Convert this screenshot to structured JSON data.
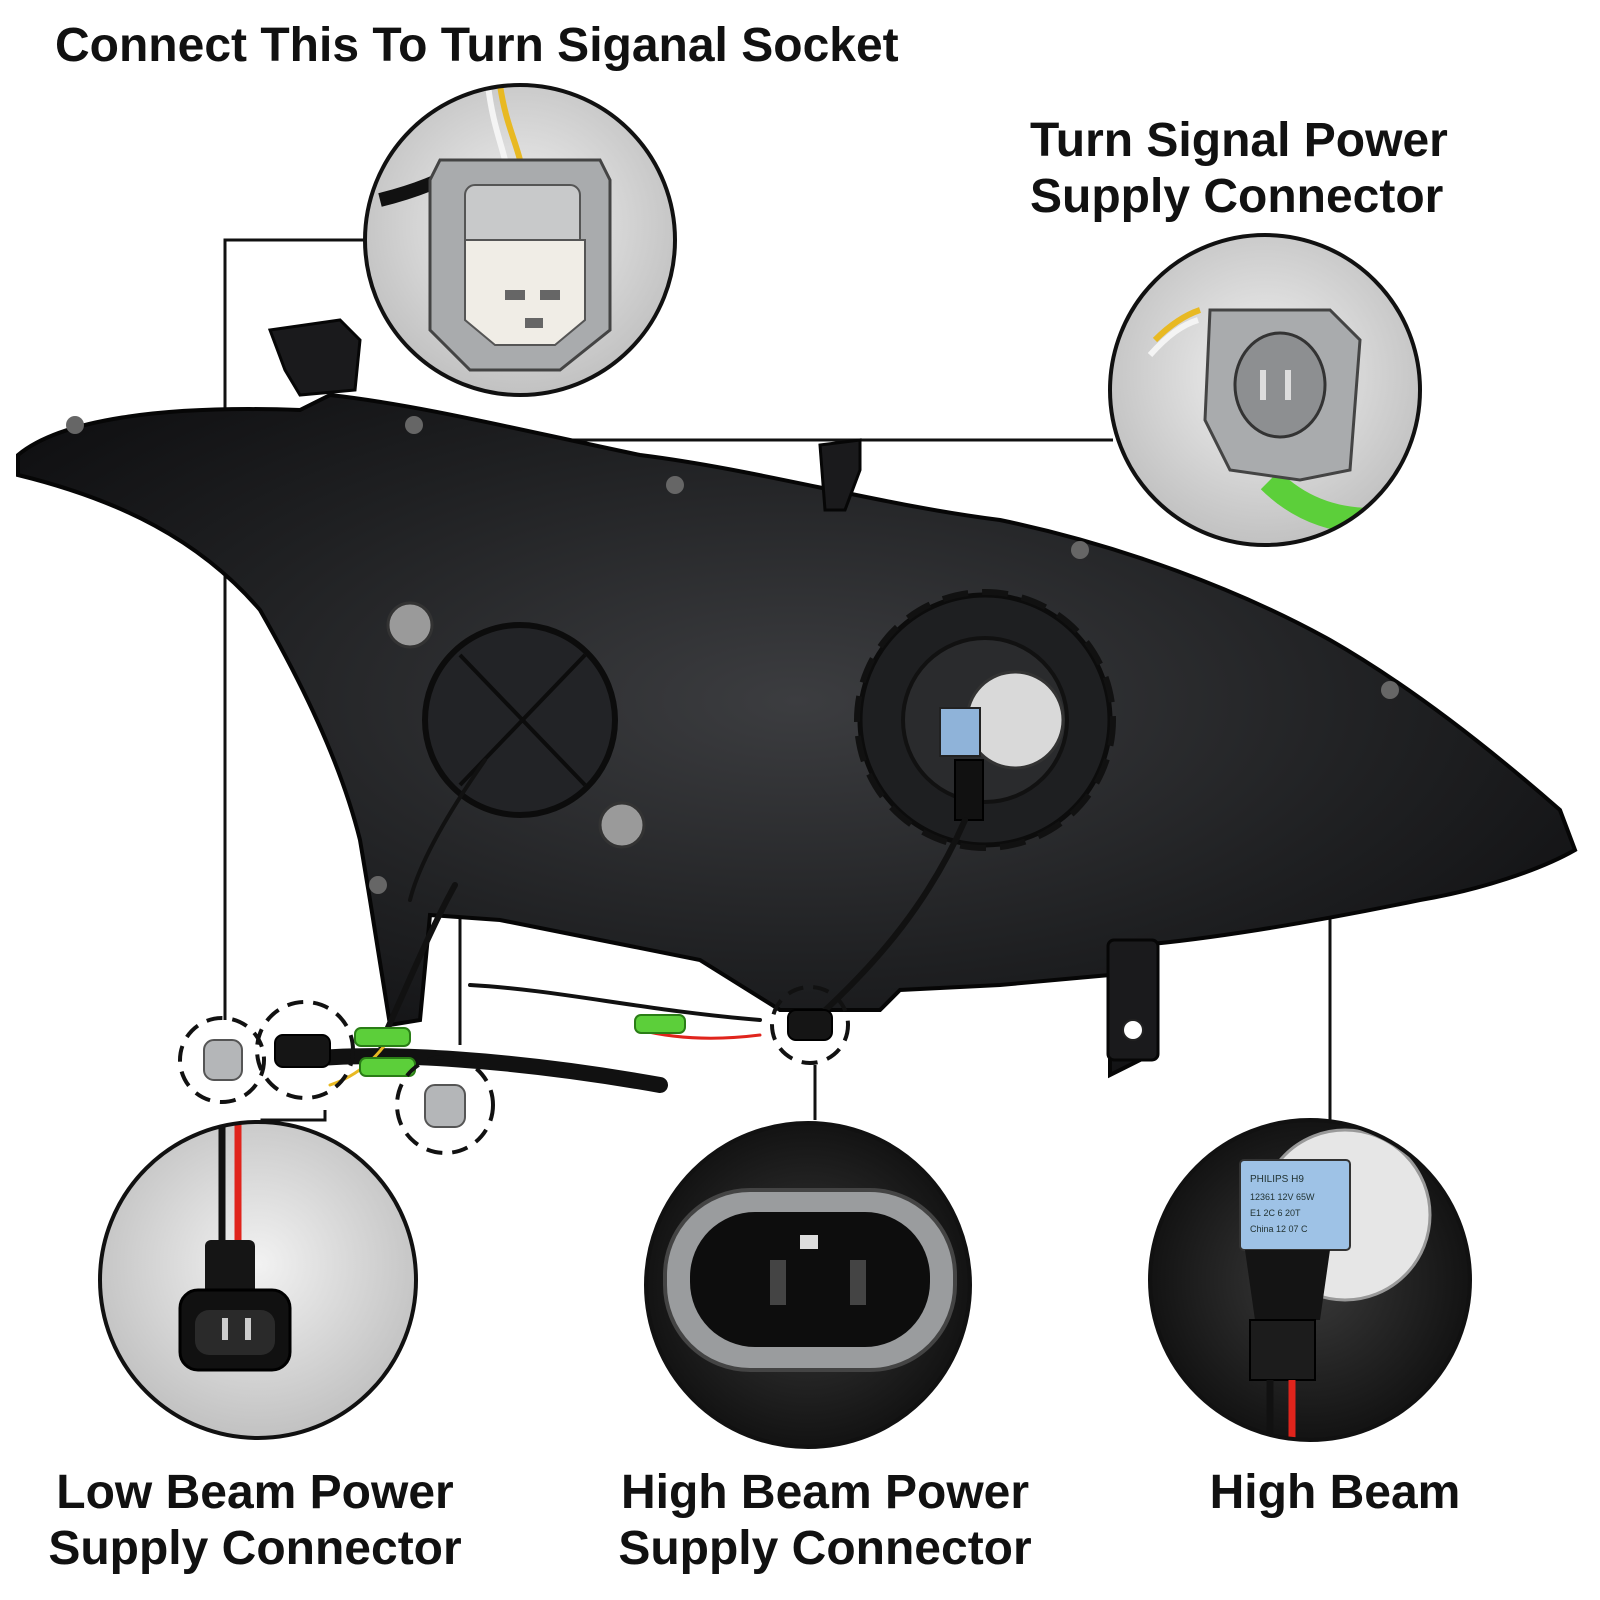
{
  "callouts": {
    "turn_signal_socket": "Connect This To Turn Siganal Socket",
    "turn_signal_power": [
      "Turn Signal Power",
      "Supply Connector"
    ],
    "low_beam_power": [
      "Low Beam Power",
      "Supply Connector"
    ],
    "high_beam_power": [
      "High Beam Power",
      "Supply Connector"
    ],
    "high_beam": "High Beam"
  },
  "bulb_label": {
    "brand": "PHILIPS H9",
    "lines": [
      "12361 12V 65W",
      "E1 2C 6 20T",
      "China 12 07 C"
    ]
  },
  "colors": {
    "housing": "#1b1c1e",
    "connector_gray": "#b4b6b8",
    "wire_yellow": "#e8b923",
    "wire_red": "#e0241c",
    "heat_shrink_green": "#5ccf3a",
    "callout_line": "#111111"
  }
}
